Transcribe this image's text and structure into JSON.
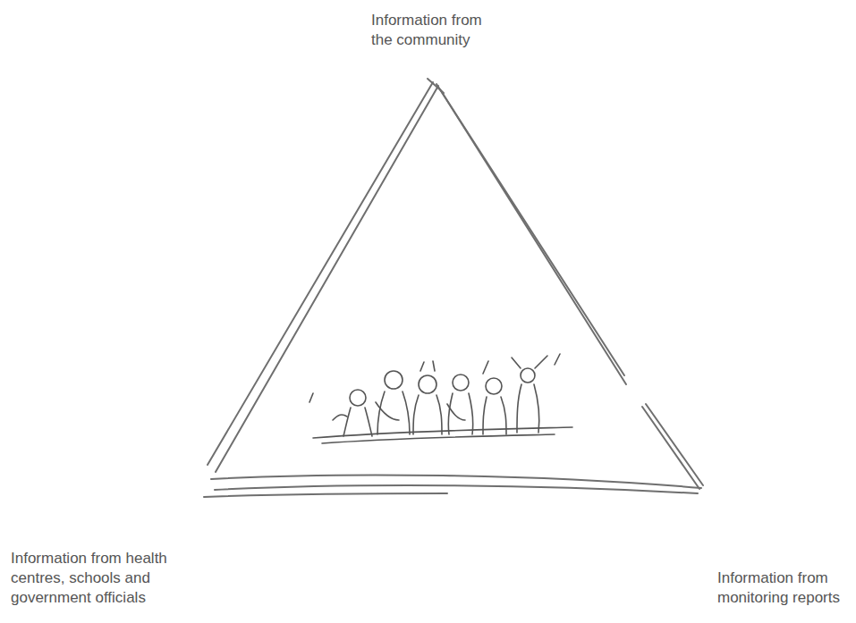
{
  "diagram": {
    "labels": [
      "Information from the community",
      "Information from health centres, schools and government officials",
      "Information from monitoring reports"
    ]
  }
}
